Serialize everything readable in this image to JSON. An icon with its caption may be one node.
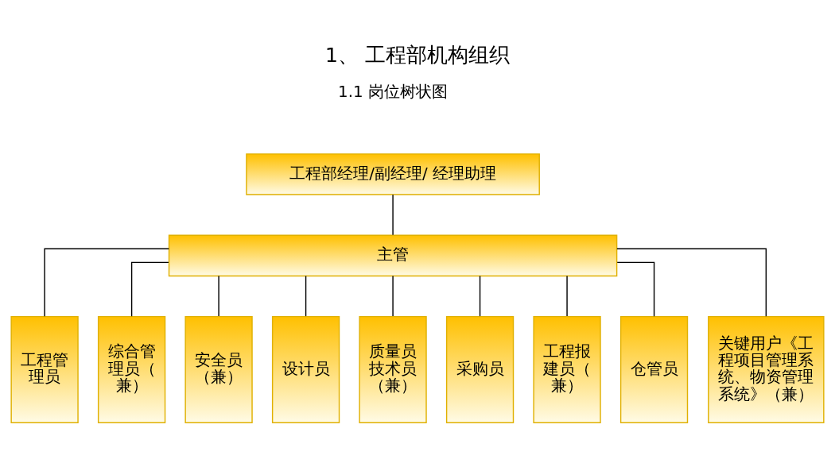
{
  "diagram": {
    "title": "1、 工程部机构组织",
    "nodes": [
      {
        "text": [
          "工程部经理/副经理/ 经理助理"
        ]
      },
      {
        "text": [
          "主管"
        ]
      },
      {
        "text": [
          "工程管理员"
        ]
      },
      {
        "text": [
          "综合管理员（兼）"
        ]
      },
      {
        "text": [
          "安全员（兼）"
        ]
      },
      {
        "text": [
          "设计员"
        ]
      },
      {
        "text": [
          "质量员技术员（兼）"
        ]
      },
      {
        "text": [
          "采购员"
        ]
      },
      {
        "text": [
          "工程报建员（兼）"
        ]
      },
      {
        "text": [
          "仓管员"
        ]
      },
      {
        "text": [
          "关键用户《工程项目管理系统、物资管理系统》（兼）"
        ]
      }
    ],
    "edges": [
      {
        "from": 0,
        "to": 1,
        "arrow": "none"
      },
      {
        "from": 1,
        "to": 2,
        "arrow": "none"
      },
      {
        "from": 1,
        "to": 3,
        "arrow": "none"
      },
      {
        "from": 1,
        "to": 4,
        "arrow": "none"
      },
      {
        "from": 1,
        "to": 5,
        "arrow": "none"
      },
      {
        "from": 1,
        "to": 6,
        "arrow": "none"
      },
      {
        "from": 1,
        "to": 7,
        "arrow": "none"
      },
      {
        "from": 1,
        "to": 8,
        "arrow": "none"
      },
      {
        "from": 1,
        "to": 9,
        "arrow": "none"
      },
      {
        "from": 1,
        "to": 10,
        "arrow": "none"
      }
    ],
    "labels": [
      "1.1 岗位树状图"
    ]
  }
}
